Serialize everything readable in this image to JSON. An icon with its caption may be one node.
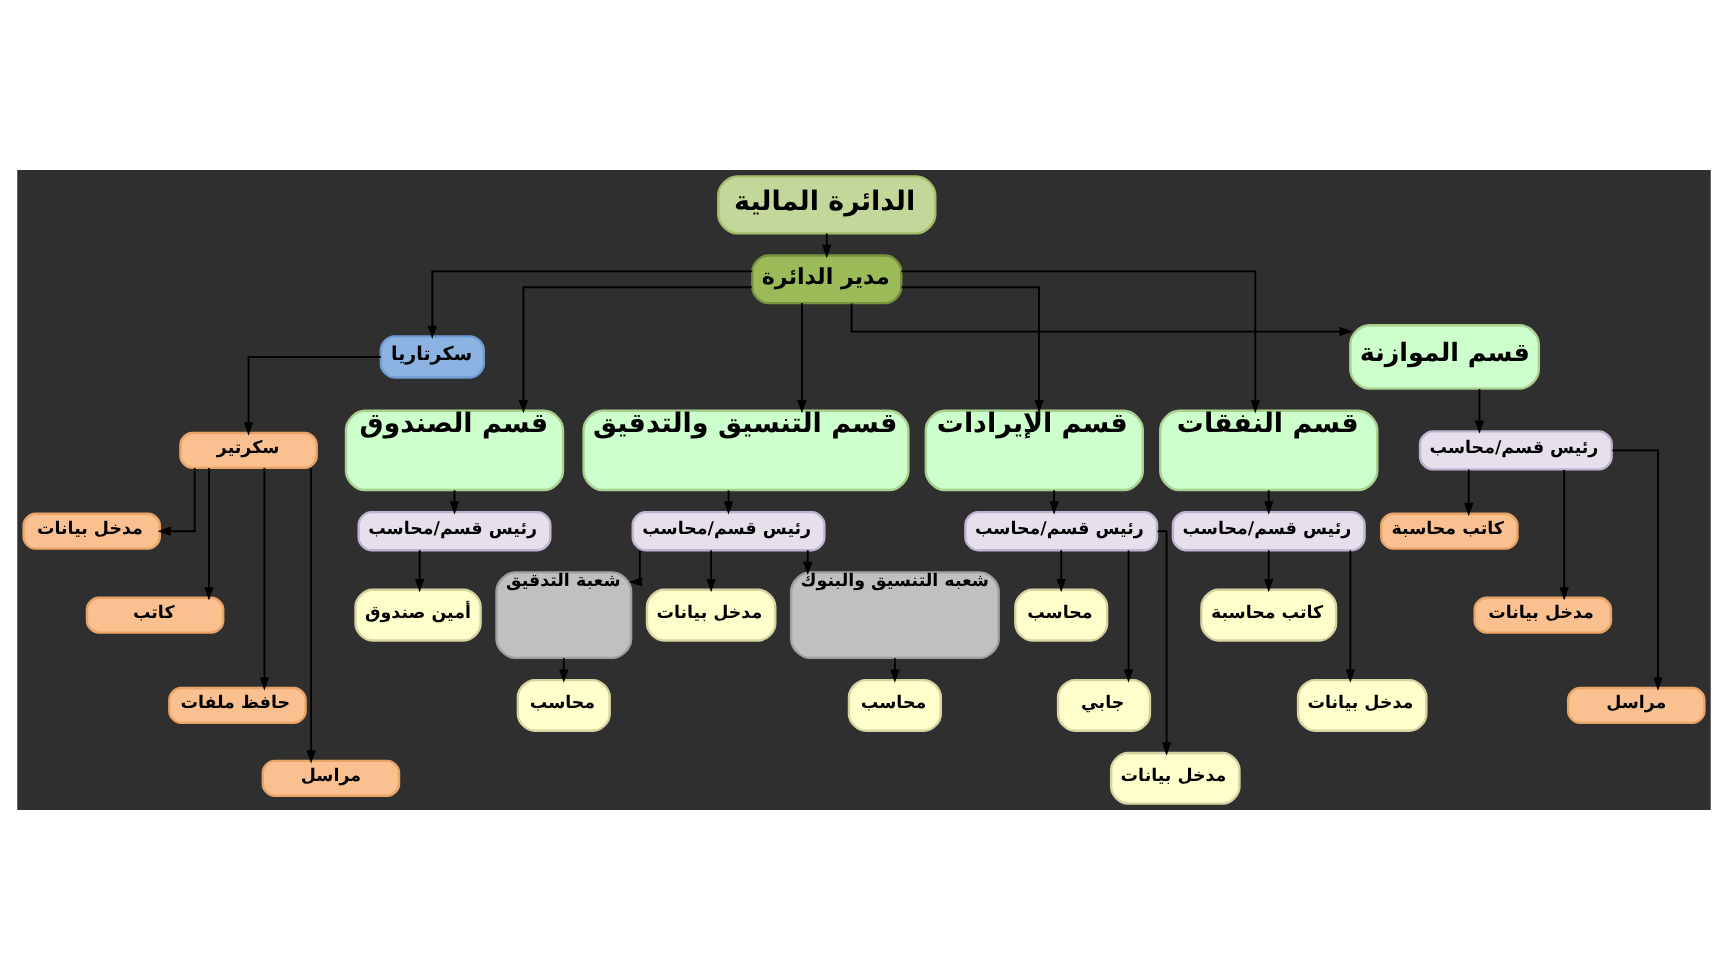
{
  "diagram": {
    "nodes": [
      {
        "text": [
          "الدائرة المالية"
        ]
      },
      {
        "text": [
          "مدير الدائرة"
        ]
      },
      {
        "text": [
          "قسم الموازنة"
        ]
      },
      {
        "text": [
          "رئيس قسم/محاسب"
        ]
      },
      {
        "text": [
          "كاتب محاسبة"
        ]
      },
      {
        "text": [
          "مدخل بيانات"
        ]
      },
      {
        "text": [
          "مراسل"
        ]
      },
      {
        "text": [
          "سكرتاريا"
        ]
      },
      {
        "text": [
          "سكرتير"
        ]
      },
      {
        "text": [
          "مدخل بيانات"
        ]
      },
      {
        "text": [
          "كاتب"
        ]
      },
      {
        "text": [
          "حافظ ملفات"
        ]
      },
      {
        "text": [
          "مراسل"
        ]
      },
      {
        "text": [
          "قسم النفقات"
        ]
      },
      {
        "text": [
          "قسم الإيرادات"
        ]
      },
      {
        "text": [
          "قسم التنسيق والتدقيق"
        ]
      },
      {
        "text": [
          "قسم الصندوق"
        ]
      },
      {
        "text": [
          "رئيس قسم/محاسب"
        ]
      },
      {
        "text": [
          "رئيس قسم/محاسب"
        ]
      },
      {
        "text": [
          "رئيس قسم/محاسب"
        ]
      },
      {
        "text": [
          "رئيس قسم/محاسب"
        ]
      },
      {
        "text": [
          "كاتب محاسبة"
        ]
      },
      {
        "text": [
          "مدخل بيانات"
        ]
      },
      {
        "text": [
          "محاسب"
        ]
      },
      {
        "text": [
          "جابي"
        ]
      },
      {
        "text": [
          "مدخل بيانات"
        ]
      },
      {
        "text": [
          "شعبه التنسيق والبنوك"
        ]
      },
      {
        "text": [
          "مدخل بيانات"
        ]
      },
      {
        "text": [
          "شعبة التدقيق"
        ]
      },
      {
        "text": [
          "محاسب"
        ]
      },
      {
        "text": [
          "محاسب"
        ]
      },
      {
        "text": [
          "أمين صندوق"
        ]
      }
    ],
    "edges": [
      {
        "from": 0,
        "to": 1,
        "arrow": "to"
      },
      {
        "from": 1,
        "to": 7,
        "arrow": "to"
      },
      {
        "from": 1,
        "to": 16,
        "arrow": "to"
      },
      {
        "from": 1,
        "to": 15,
        "arrow": "to"
      },
      {
        "from": 1,
        "to": 14,
        "arrow": "to"
      },
      {
        "from": 1,
        "to": 13,
        "arrow": "to"
      },
      {
        "from": 1,
        "to": 2,
        "arrow": "to"
      },
      {
        "from": 7,
        "to": 8,
        "arrow": "to"
      },
      {
        "from": 8,
        "to": 9,
        "arrow": "to"
      },
      {
        "from": 8,
        "to": 10,
        "arrow": "to"
      },
      {
        "from": 8,
        "to": 11,
        "arrow": "to"
      },
      {
        "from": 8,
        "to": 12,
        "arrow": "to"
      },
      {
        "from": 2,
        "to": 3,
        "arrow": "to"
      },
      {
        "from": 3,
        "to": 4,
        "arrow": "to"
      },
      {
        "from": 3,
        "to": 5,
        "arrow": "to"
      },
      {
        "from": 3,
        "to": 6,
        "arrow": "to"
      },
      {
        "from": 16,
        "to": 20,
        "arrow": "to"
      },
      {
        "from": 15,
        "to": 19,
        "arrow": "to"
      },
      {
        "from": 14,
        "to": 18,
        "arrow": "to"
      },
      {
        "from": 13,
        "to": 17,
        "arrow": "to"
      },
      {
        "from": 20,
        "to": 31,
        "arrow": "to"
      },
      {
        "from": 19,
        "to": 28,
        "arrow": "to"
      },
      {
        "from": 19,
        "to": 27,
        "arrow": "to"
      },
      {
        "from": 19,
        "to": 26,
        "arrow": "to"
      },
      {
        "from": 28,
        "to": 30,
        "arrow": "to"
      },
      {
        "from": 26,
        "to": 29,
        "arrow": "to"
      },
      {
        "from": 18,
        "to": 23,
        "arrow": "to"
      },
      {
        "from": 18,
        "to": 24,
        "arrow": "to"
      },
      {
        "from": 18,
        "to": 25,
        "arrow": "to"
      },
      {
        "from": 17,
        "to": 21,
        "arrow": "to"
      },
      {
        "from": 17,
        "to": 22,
        "arrow": "to"
      }
    ]
  }
}
